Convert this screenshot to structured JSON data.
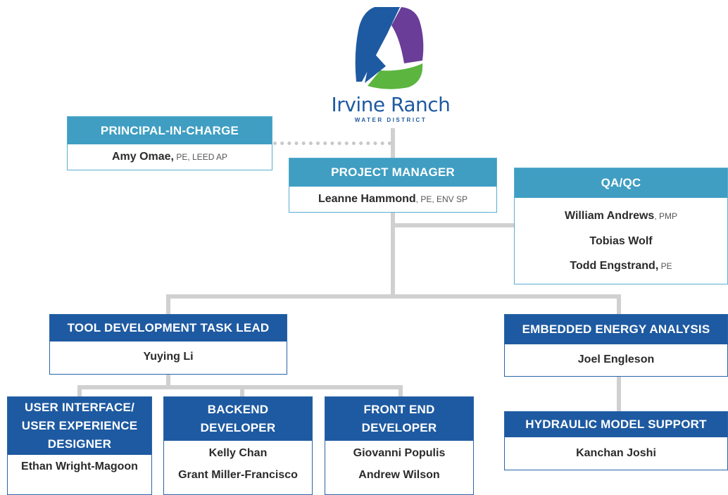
{
  "logo": {
    "name": "Irvine Ranch",
    "subtitle": "WATER DISTRICT",
    "colors": {
      "blue": "#1e5aa1",
      "purple": "#6a3d98",
      "green": "#5bb53f",
      "text": "#1e5aa1"
    }
  },
  "colors": {
    "light_header": "#3f9ec2",
    "dark_header": "#1e5aa1",
    "connector": "#d0d0d0"
  },
  "principal": {
    "title": "PRINCIPAL-IN-CHARGE",
    "name": "Amy Omae,",
    "cred": " PE, LEED AP"
  },
  "project_manager": {
    "title": "PROJECT MANAGER",
    "name": "Leanne Hammond",
    "cred": ", PE, ENV SP"
  },
  "qaqc": {
    "title": "QA/QC",
    "members": [
      {
        "name": "William Andrews",
        "cred": ", PMP"
      },
      {
        "name": "Tobias Wolf",
        "cred": ""
      },
      {
        "name": "Todd Engstrand,",
        "cred": " PE"
      }
    ]
  },
  "tool_lead": {
    "title": "TOOL DEVELOPMENT TASK LEAD",
    "name": "Yuying Li"
  },
  "energy": {
    "title": "EMBEDDED ENERGY ANALYSIS",
    "name": "Joel Engleson"
  },
  "hydraulic": {
    "title": "HYDRAULIC MODEL SUPPORT",
    "name": "Kanchan Joshi"
  },
  "uiux": {
    "title_lines": [
      "USER INTERFACE/",
      "USER EXPERIENCE",
      "DESIGNER"
    ],
    "names": [
      "Ethan Wright-Magoon"
    ]
  },
  "backend": {
    "title_lines": [
      "BACKEND",
      "DEVELOPER"
    ],
    "names": [
      "Kelly Chan",
      "Grant Miller-Francisco"
    ]
  },
  "frontend": {
    "title_lines": [
      "FRONT END",
      "DEVELOPER"
    ],
    "names": [
      "Giovanni Populis",
      "Andrew Wilson"
    ]
  }
}
